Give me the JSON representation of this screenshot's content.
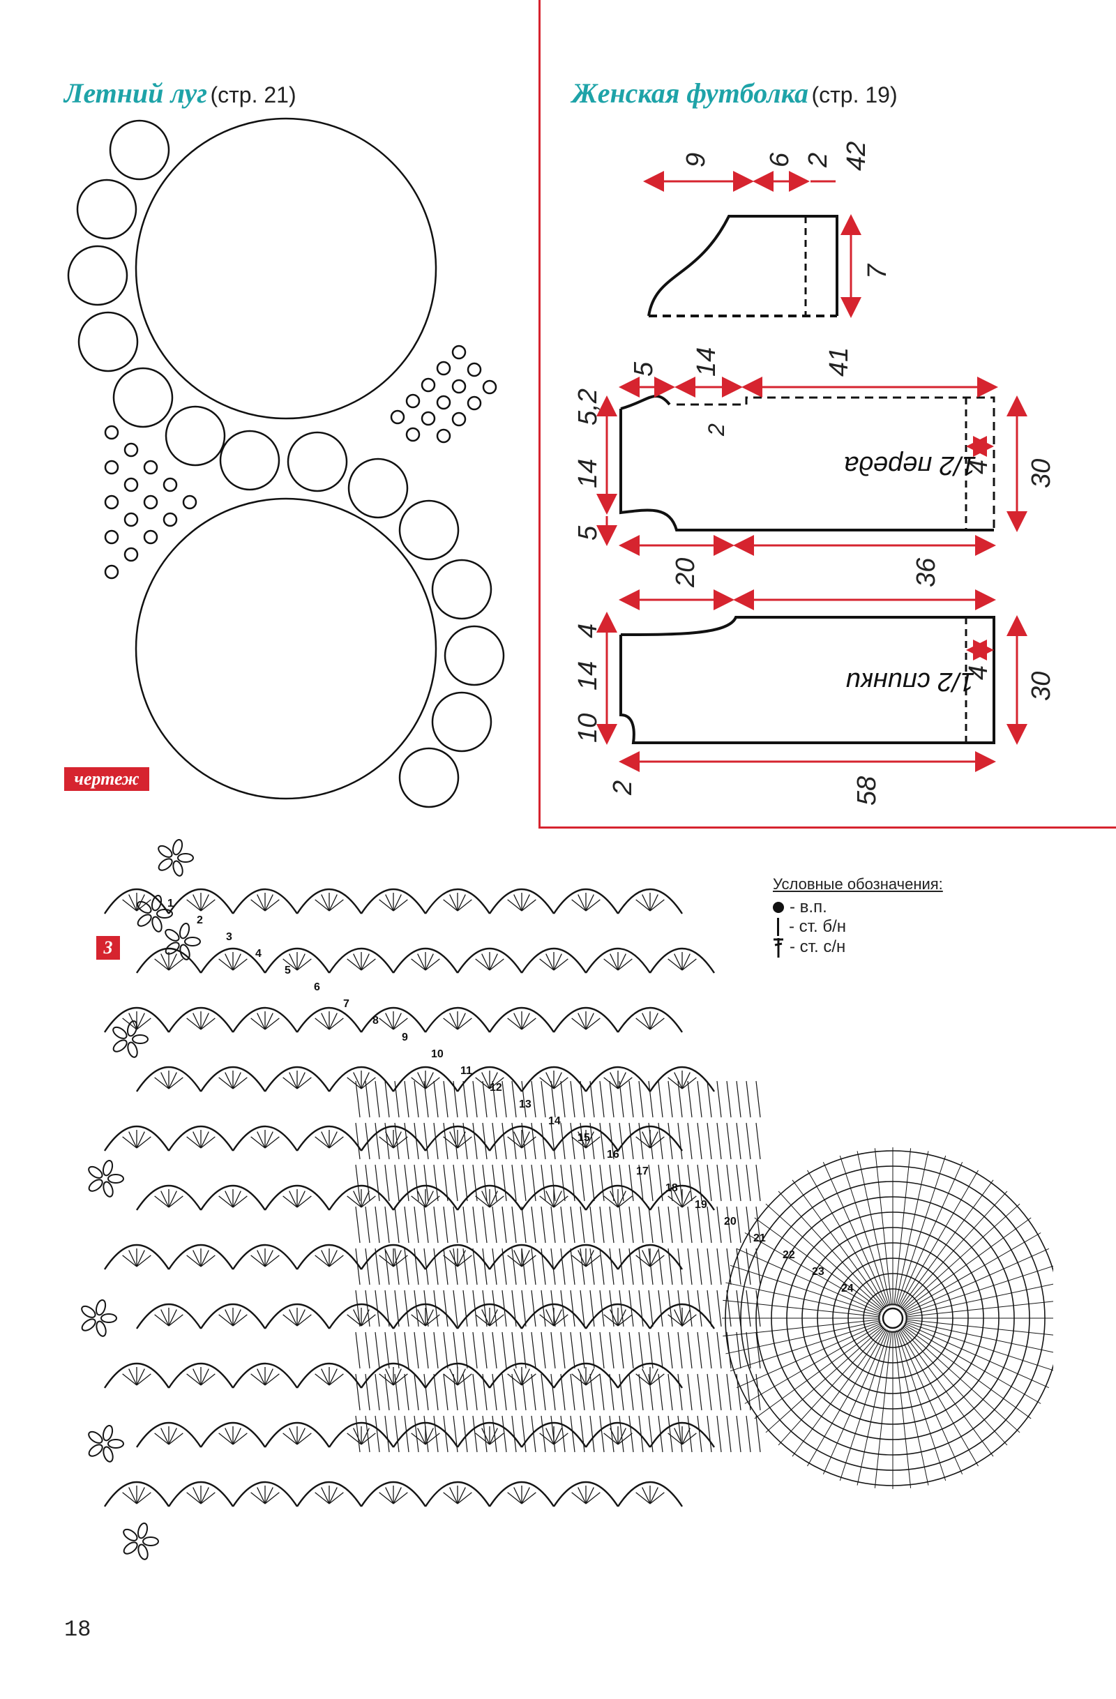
{
  "page_number": "18",
  "left_section": {
    "title": "Летний луг",
    "page_ref": "(стр. 21)",
    "badge": "чертеж"
  },
  "right_section": {
    "title": "Женская футболка",
    "page_ref": "(стр. 19)",
    "sleeve": {
      "top_dims": [
        "9",
        "6",
        "2",
        "42"
      ],
      "height": "7"
    },
    "front": {
      "label": "1/2 переда",
      "dims": [
        "5",
        "14",
        "41",
        "5,2",
        "2",
        "14",
        "5",
        "20",
        "36",
        "4",
        "30"
      ]
    },
    "back": {
      "label": "1/2 спинки",
      "dims": [
        "4",
        "14",
        "10",
        "2",
        "58",
        "4",
        "30"
      ]
    }
  },
  "diagram": {
    "badge": "3",
    "legend": {
      "title": "Условные обозначения:",
      "items": [
        {
          "icon": "chain-stitch-icon",
          "text": "- в.п."
        },
        {
          "icon": "single-crochet-icon",
          "text": "- ст. б/н"
        },
        {
          "icon": "double-crochet-icon",
          "text": "- ст. с/н"
        }
      ]
    },
    "row_numbers": [
      "1",
      "2",
      "3",
      "4",
      "5",
      "6",
      "7",
      "8",
      "9",
      "10",
      "11",
      "12",
      "13",
      "14",
      "15",
      "16",
      "17",
      "18",
      "19",
      "20",
      "21",
      "22",
      "23",
      "24"
    ]
  }
}
